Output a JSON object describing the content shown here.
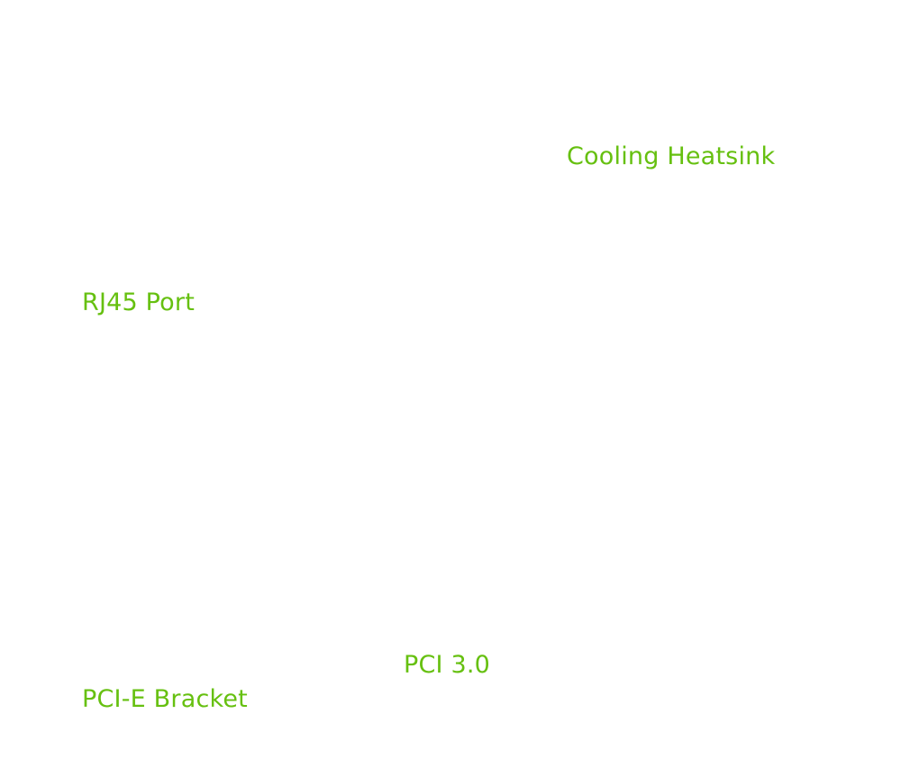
{
  "labels": {
    "cooling_heatsink": "Cooling Heatsink",
    "rj45_port": "RJ45 Port",
    "pci_version": "PCI 3.0",
    "pcie_bracket": "PCI-E Bracket"
  },
  "colors": {
    "label": "#66c010",
    "background": "#ffffff"
  }
}
